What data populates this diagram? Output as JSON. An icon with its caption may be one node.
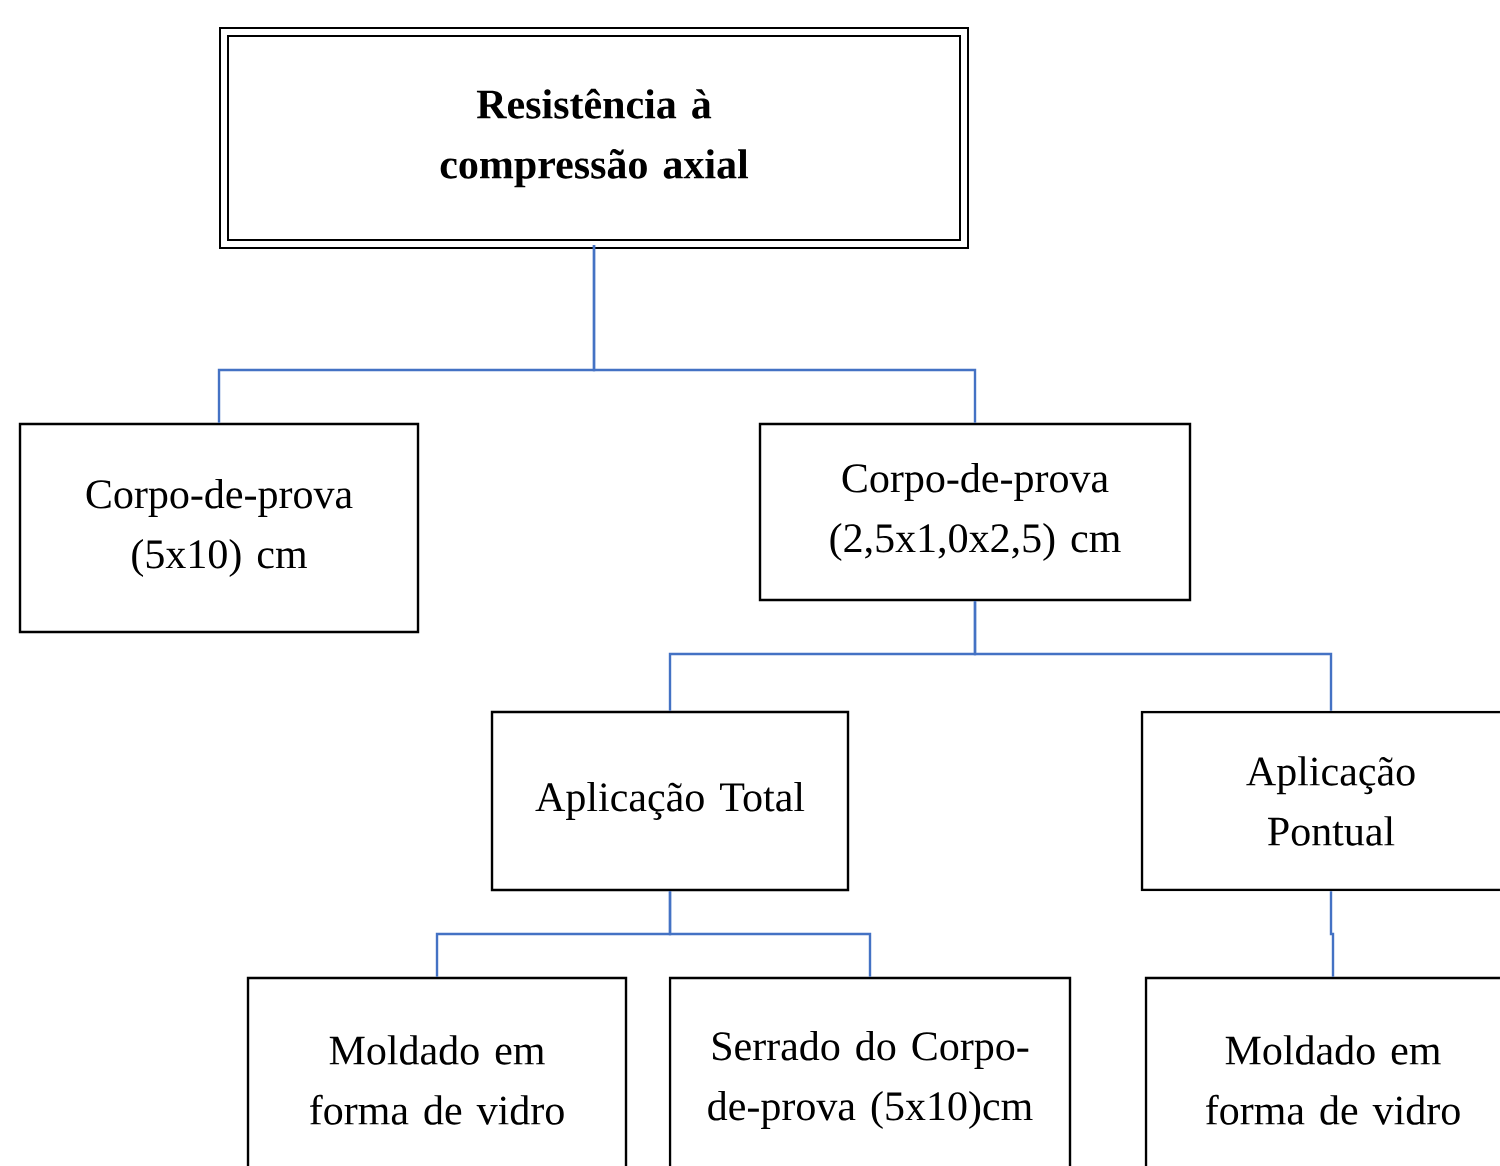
{
  "diagram": {
    "nodes": [
      {
        "text": [
          "Resistência à compressão axial"
        ]
      },
      {
        "text": [
          "Corpo-de-prova (5x10) cm"
        ]
      },
      {
        "text": [
          "Corpo-de-prova (2,5x1,0x2,5) cm"
        ]
      },
      {
        "text": [
          "Aplicação Total"
        ]
      },
      {
        "text": [
          "Aplicação Pontual"
        ]
      },
      {
        "text": [
          "Moldado em forma de vidro"
        ]
      },
      {
        "text": [
          "Serrado do Corpo-de-prova (5x10)cm"
        ]
      },
      {
        "text": [
          "Moldado em forma de vidro"
        ]
      }
    ],
    "edges": [
      {
        "from": 0,
        "to": 1,
        "arrow": "none",
        "color": "#4472c4"
      },
      {
        "from": 0,
        "to": 2,
        "arrow": "none",
        "color": "#4472c4"
      },
      {
        "from": 2,
        "to": 3,
        "arrow": "none",
        "color": "#4472c4"
      },
      {
        "from": 2,
        "to": 4,
        "arrow": "none",
        "color": "#4472c4"
      },
      {
        "from": 3,
        "to": 5,
        "arrow": "none",
        "color": "#4472c4"
      },
      {
        "from": 3,
        "to": 6,
        "arrow": "none",
        "color": "#4472c4"
      },
      {
        "from": 4,
        "to": 7,
        "arrow": "none",
        "color": "#4472c4"
      }
    ]
  }
}
